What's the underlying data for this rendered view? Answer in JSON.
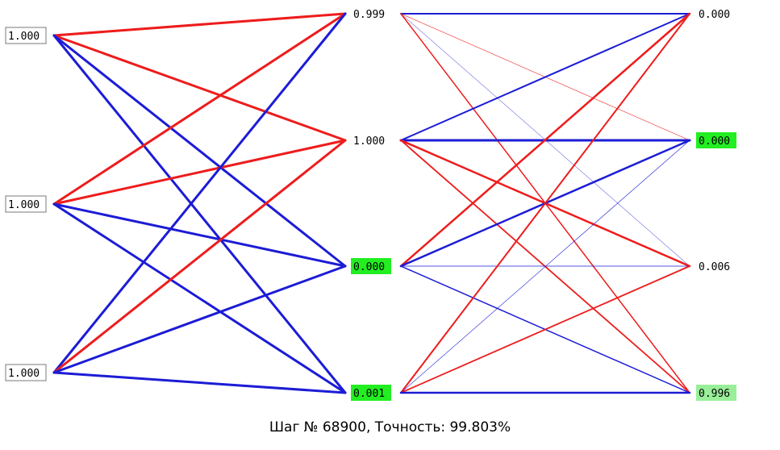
{
  "colors": {
    "positive_weight": "#ee1c1c",
    "negative_weight": "#1c1cd6",
    "highlight_active": "#22ee22",
    "highlight_light": "#99ee99",
    "input_border": "#7a7a7a"
  },
  "layers": [
    {
      "name": "input",
      "nodes": [
        {
          "value": "1.000",
          "highlight": "none"
        },
        {
          "value": "1.000",
          "highlight": "none"
        },
        {
          "value": "1.000",
          "highlight": "none"
        }
      ]
    },
    {
      "name": "hidden",
      "nodes": [
        {
          "value": "0.999",
          "highlight": "none"
        },
        {
          "value": "1.000",
          "highlight": "none"
        },
        {
          "value": "0.000",
          "highlight": "active"
        },
        {
          "value": "0.001",
          "highlight": "active"
        }
      ]
    },
    {
      "name": "output",
      "nodes": [
        {
          "value": "0.000",
          "highlight": "none"
        },
        {
          "value": "0.000",
          "highlight": "active"
        },
        {
          "value": "0.006",
          "highlight": "none"
        },
        {
          "value": "0.996",
          "highlight": "light"
        }
      ]
    }
  ],
  "weights_input_hidden": [
    [
      {
        "sign": "+",
        "strength": 3
      },
      {
        "sign": "+",
        "strength": 3
      },
      {
        "sign": "-",
        "strength": 3
      },
      {
        "sign": "-",
        "strength": 3
      }
    ],
    [
      {
        "sign": "+",
        "strength": 3
      },
      {
        "sign": "+",
        "strength": 3
      },
      {
        "sign": "-",
        "strength": 3
      },
      {
        "sign": "-",
        "strength": 3
      }
    ],
    [
      {
        "sign": "-",
        "strength": 3
      },
      {
        "sign": "+",
        "strength": 3
      },
      {
        "sign": "-",
        "strength": 3
      },
      {
        "sign": "-",
        "strength": 3
      }
    ]
  ],
  "weights_hidden_output": [
    [
      {
        "sign": "-",
        "strength": 2
      },
      {
        "sign": "+",
        "strength": 0.6
      },
      {
        "sign": "-",
        "strength": 0.5
      },
      {
        "sign": "+",
        "strength": 1.5
      }
    ],
    [
      {
        "sign": "-",
        "strength": 2
      },
      {
        "sign": "-",
        "strength": 3
      },
      {
        "sign": "+",
        "strength": 2.5
      },
      {
        "sign": "+",
        "strength": 1.8
      }
    ],
    [
      {
        "sign": "+",
        "strength": 2.5
      },
      {
        "sign": "-",
        "strength": 2.5
      },
      {
        "sign": "-",
        "strength": 0.8
      },
      {
        "sign": "-",
        "strength": 1.5
      }
    ],
    [
      {
        "sign": "+",
        "strength": 2
      },
      {
        "sign": "-",
        "strength": 0.6
      },
      {
        "sign": "+",
        "strength": 1.8
      },
      {
        "sign": "-",
        "strength": 2.5
      }
    ]
  ],
  "status": "Шаг № 68900, Точность: 99.803%"
}
